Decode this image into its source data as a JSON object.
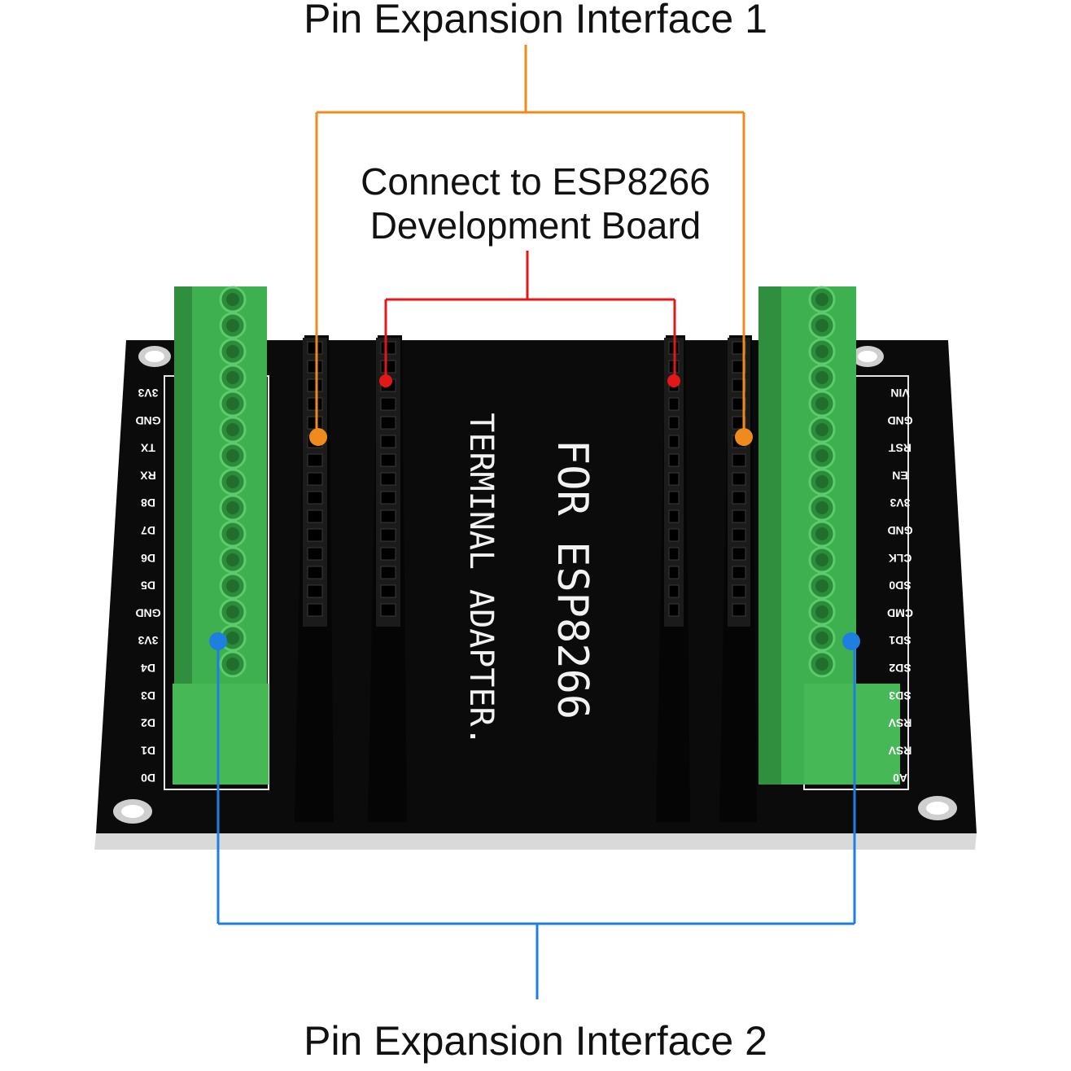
{
  "labels": {
    "interface1": "Pin Expansion Interface 1",
    "interface2": "Pin Expansion Interface 2",
    "connect_line1": "Connect to ESP8266",
    "connect_line2": "Development Board"
  },
  "board": {
    "text_line1": "FOR ESP8266",
    "text_line2": "TERMINAL ADAPTER."
  },
  "pins_left": [
    "3V3",
    "GND",
    "TX",
    "RX",
    "D8",
    "D7",
    "D6",
    "D5",
    "GND",
    "3V3",
    "D4",
    "D3",
    "D2",
    "D1",
    "D0"
  ],
  "pins_right": [
    "VIN",
    "GND",
    "RST",
    "EN",
    "3V3",
    "GND",
    "CLK",
    "SD0",
    "CMD",
    "SD1",
    "SD2",
    "SD3",
    "RSV",
    "RSV",
    "A0"
  ],
  "colors": {
    "interface1": "#f08a1c",
    "interface2": "#1f7fe0",
    "connect": "#e01818",
    "board": "#0b0b0b",
    "terminal": "#38a84a"
  }
}
